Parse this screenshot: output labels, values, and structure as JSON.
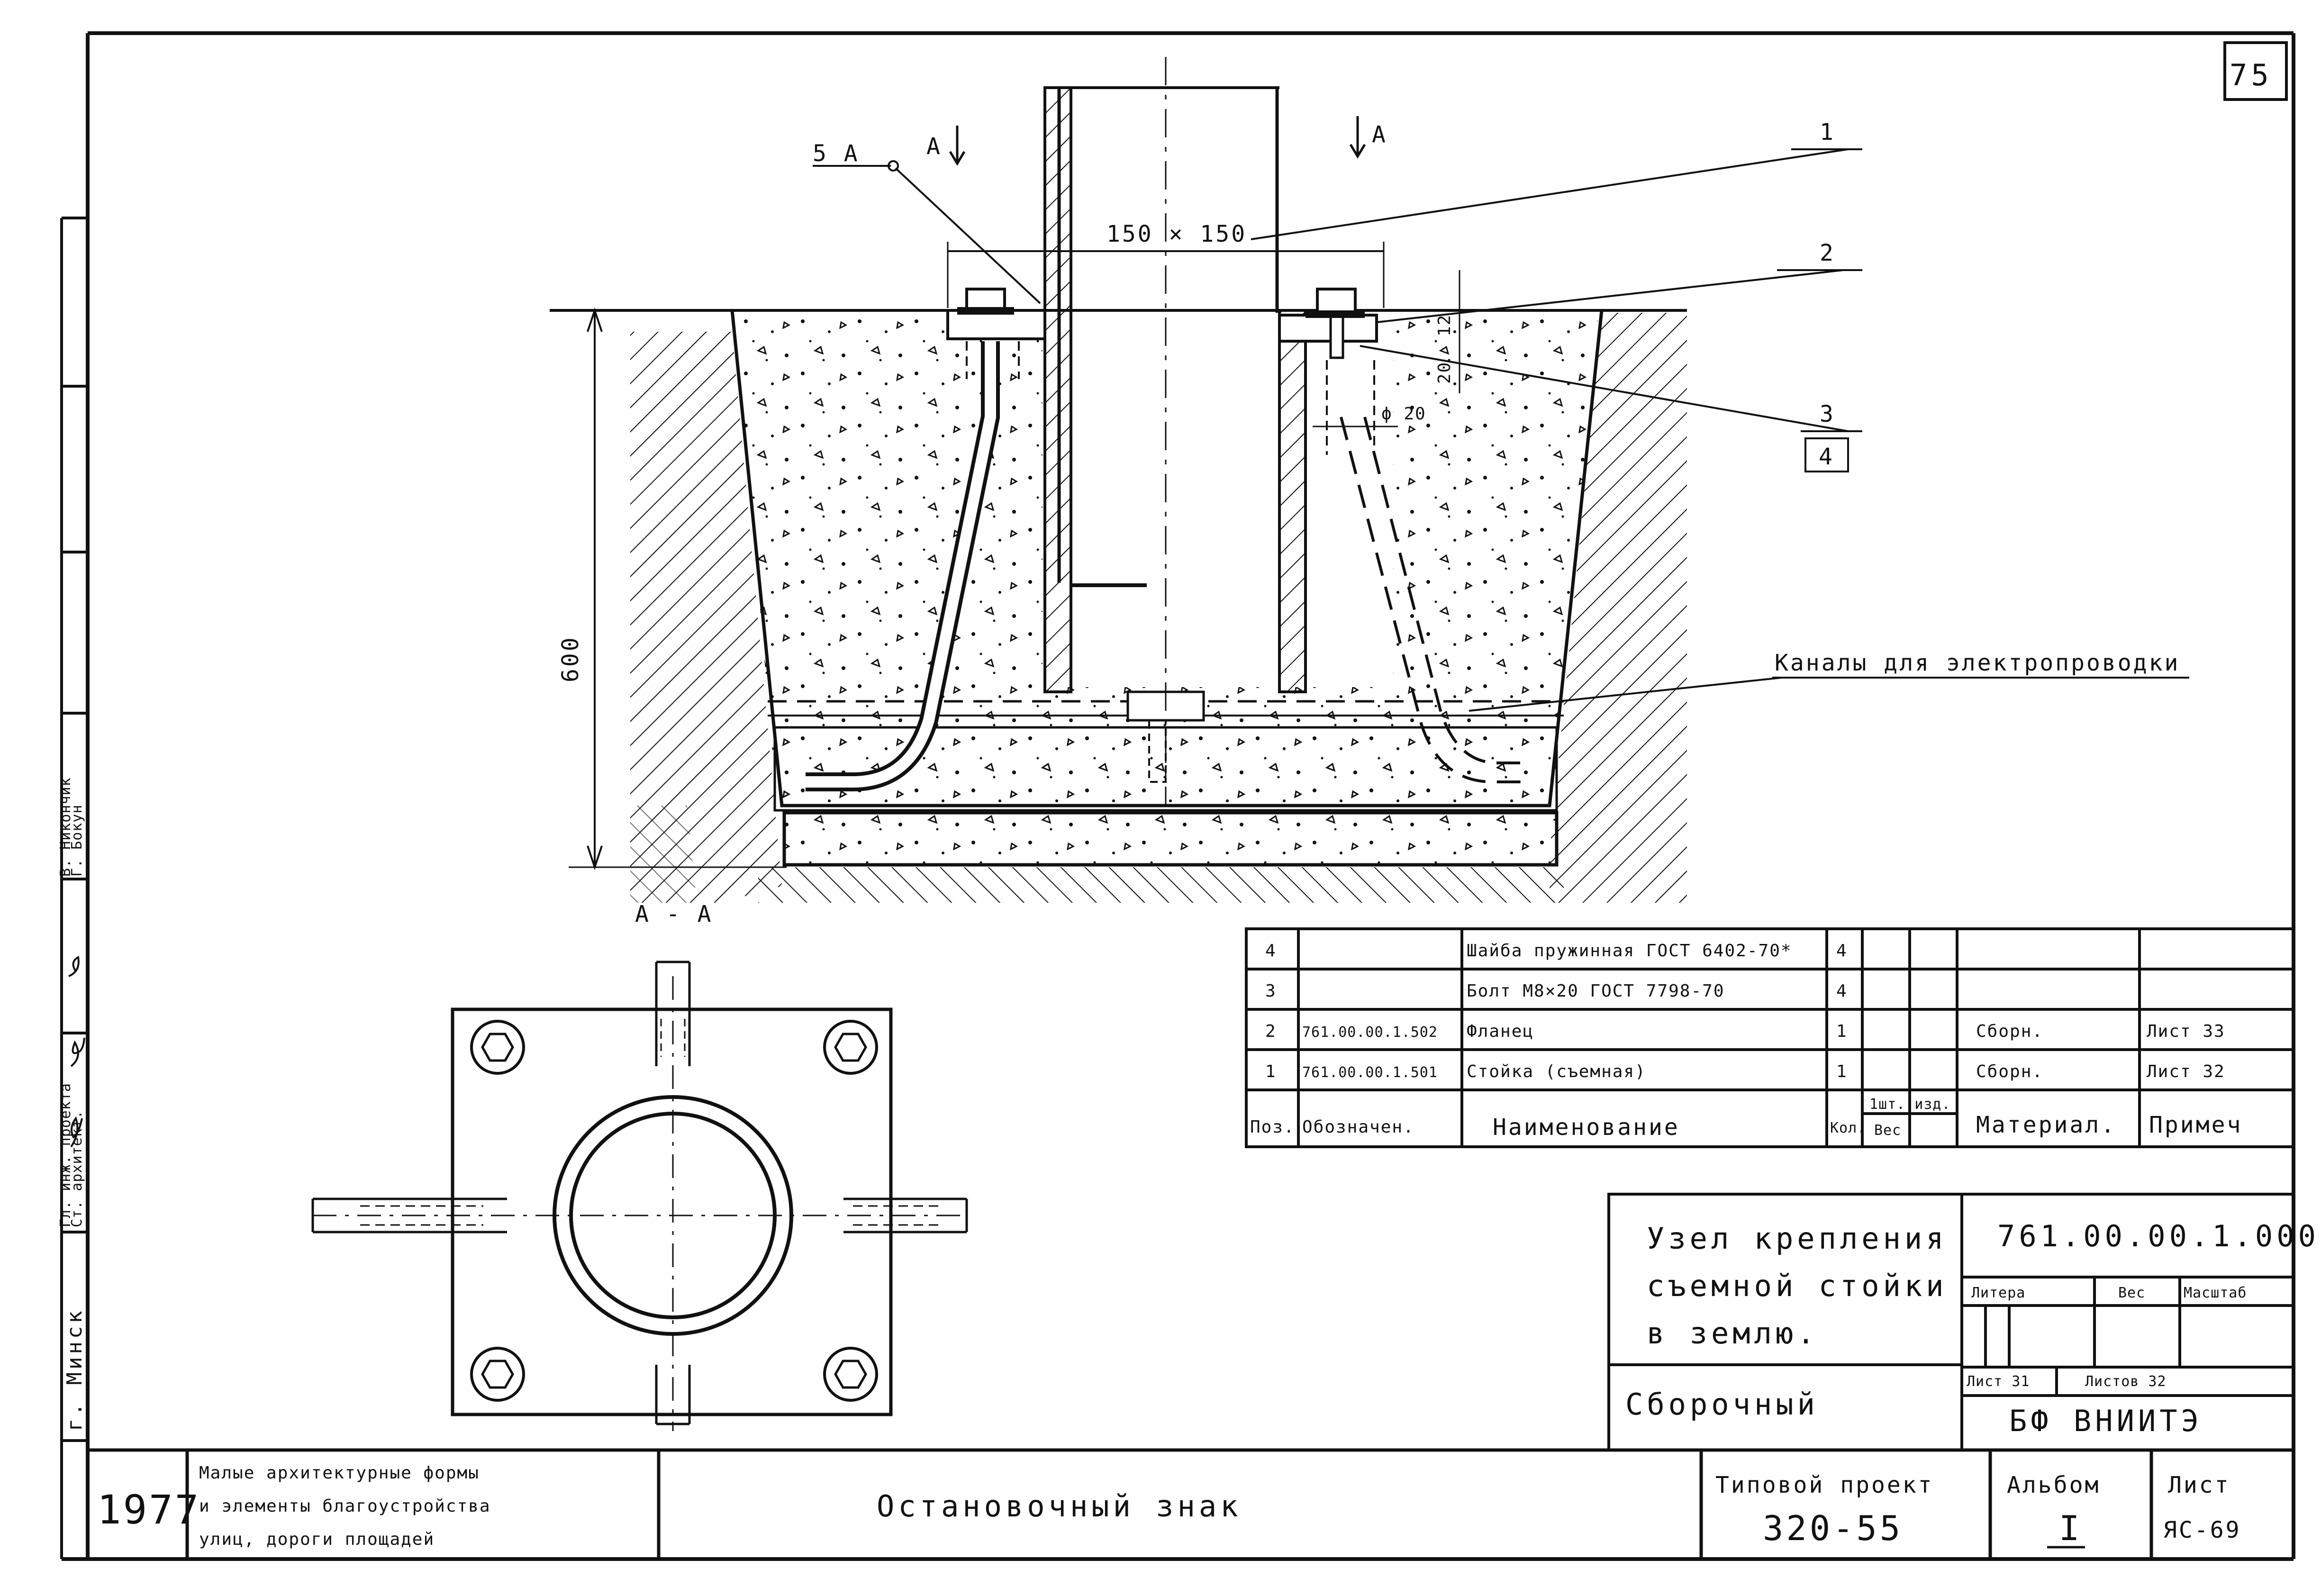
{
  "sheet_number": "75",
  "drawing": {
    "section_label": "A - A",
    "section_mark_left": "A",
    "section_mark_right": "A",
    "weld_mark": "5 A",
    "dim_pipe": "150 × 150",
    "dim_depth": "600",
    "dim_12": "12",
    "dim_20": "20",
    "dim_d20": "ϕ 20",
    "callout_1": "1",
    "callout_2": "2",
    "callout_3": "3",
    "callout_4": "4",
    "channels_note": "Каналы для электропроводки"
  },
  "spec_table": {
    "header": {
      "pos": "Поз.",
      "designation": "Обозначен.",
      "name": "Наименование",
      "qty": "Кол.",
      "weight_top": "1шт. изд.",
      "weight_bottom": "Вес",
      "material": "Материал.",
      "note": "Примеч"
    },
    "rows": [
      {
        "pos": "4",
        "designation": "",
        "name": "Шайба пружинная ГОСТ 6402-70*",
        "qty": "4",
        "material": "",
        "note": ""
      },
      {
        "pos": "3",
        "designation": "",
        "name": "Болт М8×20 ГОСТ 7798-70",
        "qty": "4",
        "material": "",
        "note": ""
      },
      {
        "pos": "2",
        "designation": "761.00.00.1.502",
        "name": "Фланец",
        "qty": "1",
        "material": "Сборн.",
        "note": "Лист 33"
      },
      {
        "pos": "1",
        "designation": "761.00.00.1.501",
        "name": "Стойка (съемная)",
        "qty": "1",
        "material": "Сборн.",
        "note": "Лист 32"
      }
    ]
  },
  "title_block": {
    "title_line1": "Узел крепления",
    "title_line2": "съемной стойки",
    "title_line3": "в землю.",
    "doc_type": "Сборочный",
    "doc_code": "761.00.00.1.000",
    "col_litera": "Литера",
    "col_weight": "Вес",
    "col_scale": "Масштаб",
    "sheet_label": "Лист 31",
    "sheets_label": "Листов 32",
    "org": "БФ ВНИИТЭ"
  },
  "bottom_strip": {
    "year": "1977",
    "series_line1": "Малые архитектурные формы",
    "series_line2": "и элементы благоустройства",
    "series_line3": "улиц, дороги площадей",
    "object": "Остановочный знак",
    "project_label": "Типовой проект",
    "project_number": "320-55",
    "album_label": "Альбом",
    "album_number": "I",
    "list_label": "Лист",
    "list_code": "ЯС-69"
  },
  "left_strip": {
    "city": "г. Минск",
    "role1": "Ст. архитект.",
    "role2": "Гл. инж. проекта",
    "name1": "Г. Бокун",
    "name2": "В. Никончик"
  }
}
